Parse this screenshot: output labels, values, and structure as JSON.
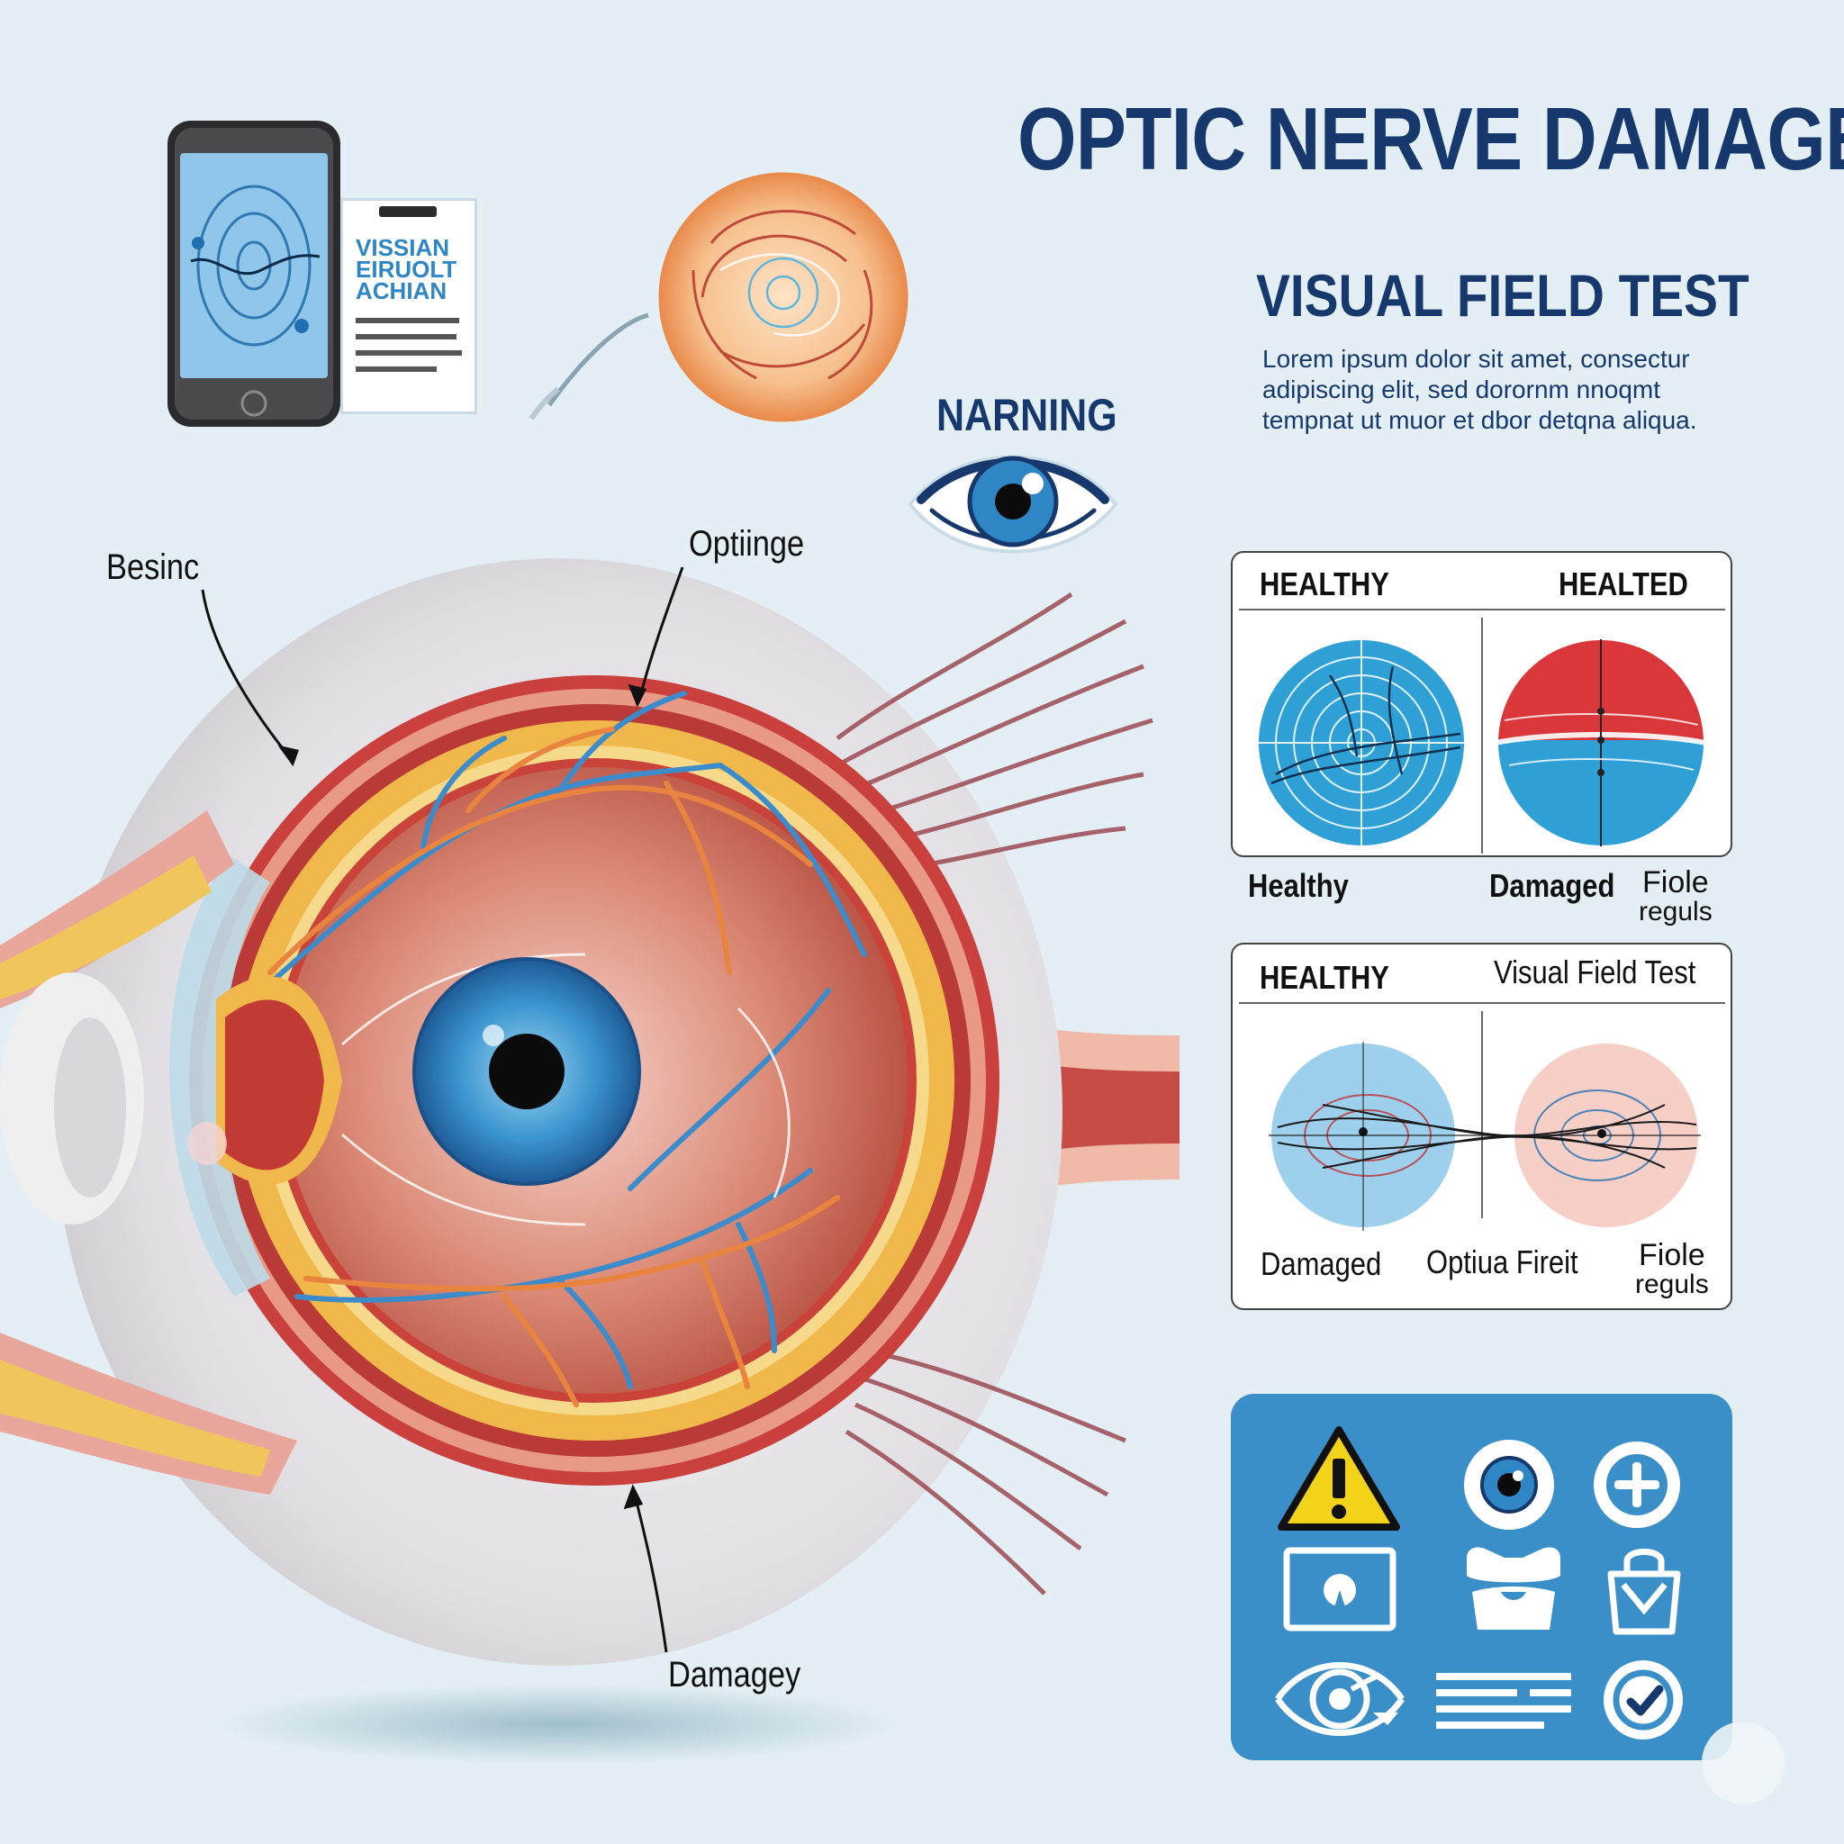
{
  "title": "OPTIC NERVE DAMAGE",
  "subtitle": "VISUAL FIELD TEST",
  "body_lines": [
    "Lorem ipsum dolor sit amet, consectur",
    "adipiscing elit, sed dorornm nnoqmt",
    "tempnat ut muor et dbor detqna aliqua."
  ],
  "warning_label": "NARNING",
  "phone_card": {
    "title_lines": [
      "VISSIAN",
      "EIRUOLT",
      "ACHIAN"
    ]
  },
  "anatomy_labels": {
    "top_left": "Besinc",
    "top_center": "Optiinge",
    "bottom": "Damagey"
  },
  "panel1": {
    "header_left": "HEALTHY",
    "header_right": "HEALTED",
    "caption_left": "Healthy",
    "caption_mid": "Damaged",
    "caption_right_1": "Fiole",
    "caption_right_2": "reguls"
  },
  "panel2": {
    "header_left": "HEALTHY",
    "header_right": "Visual Field Test",
    "caption_left": "Damaged",
    "caption_mid": "Optiua Fireit",
    "caption_right_1": "Fiole",
    "caption_right_2": "reguls"
  },
  "icons": [
    "warning-icon",
    "eye-icon",
    "plus-icon",
    "monitor-icon",
    "glasses-icon",
    "bag-icon",
    "target-eye-icon",
    "text-lines-icon",
    "check-icon"
  ],
  "colors": {
    "navy": "#16386c",
    "panel_blue": "#3b8fc9",
    "field_blue": "#2fa0d6",
    "field_red": "#d9373a"
  }
}
